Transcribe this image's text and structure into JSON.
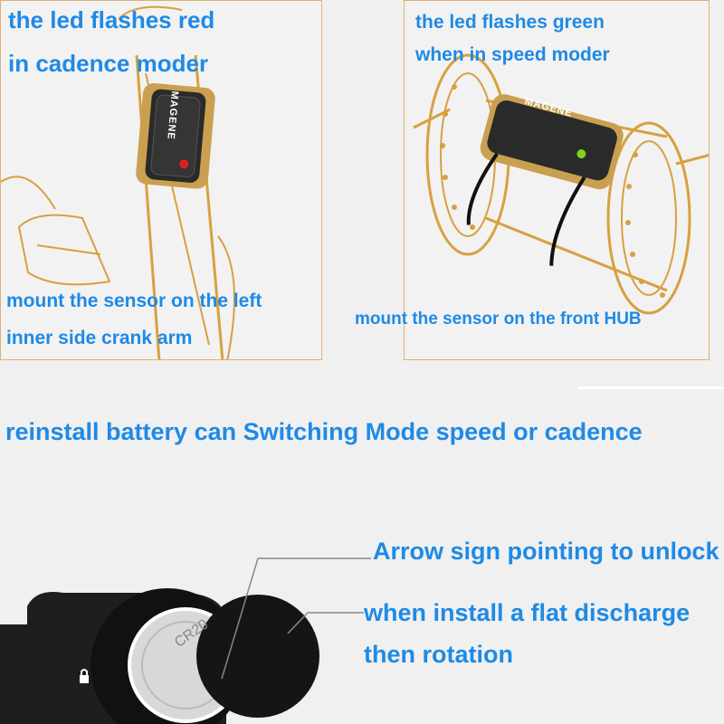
{
  "cadence_panel": {
    "caption_line1": "the led flashes red",
    "caption_line2": "in cadence moder",
    "mount_line1": "mount the sensor on the left",
    "mount_line2": "inner side crank arm",
    "brand": "MAGENE"
  },
  "speed_panel": {
    "caption_line1": "the led flashes green",
    "caption_line2": "when in speed moder",
    "mount_text": "mount the sensor on the front HUB",
    "brand": "MAGENE"
  },
  "battery_section": {
    "heading": "reinstall battery can Switching Mode speed or cadence",
    "arrow_text": "Arrow sign pointing to unlock",
    "install_line1": "when install a flat discharge",
    "install_line2": "then rotation",
    "battery_label": "CR20"
  },
  "colors": {
    "caption_blue": "#1e8ae6",
    "outline_gold": "#d8a040",
    "led_red": "#e02020",
    "led_green": "#7ed321",
    "sensor_body": "#2a2a2a"
  }
}
